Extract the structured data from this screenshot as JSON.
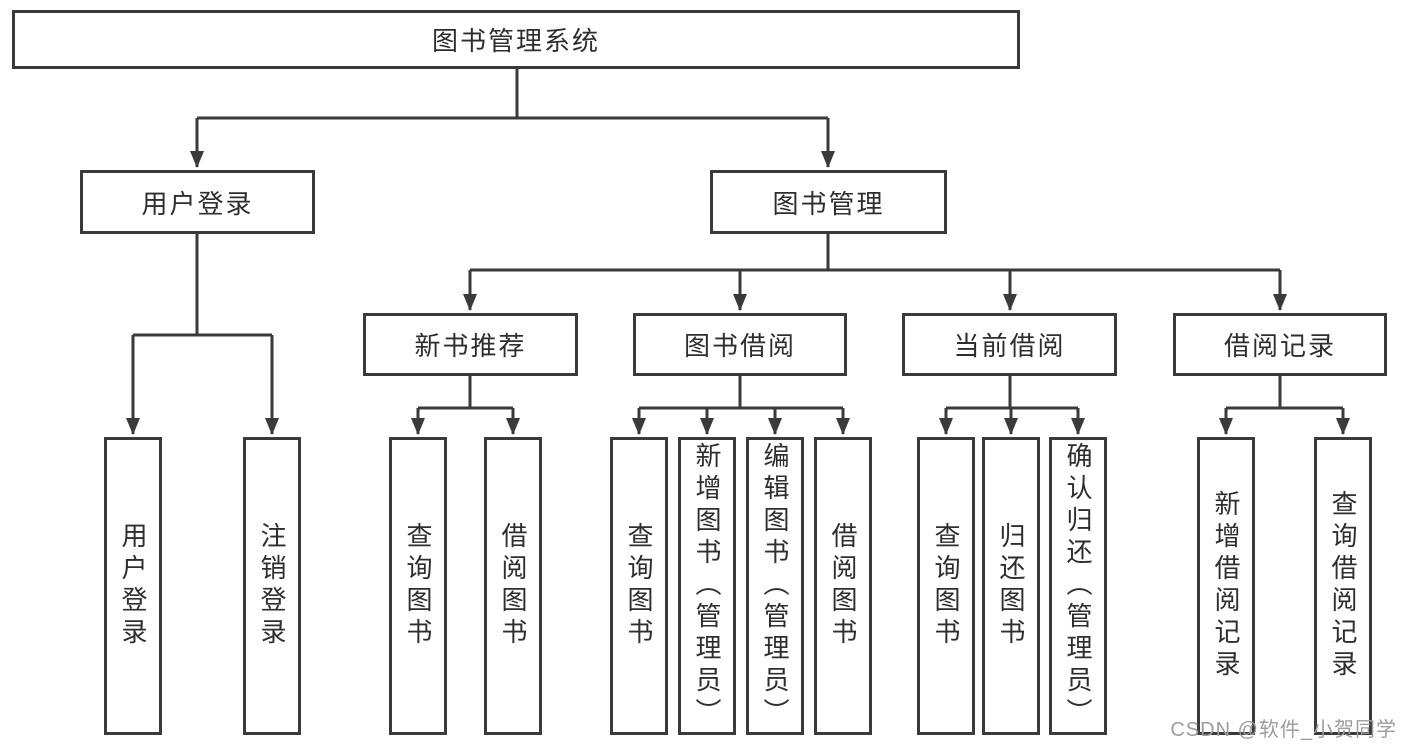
{
  "page": {
    "watermark": "CSDN @软件_小贺同学"
  },
  "colors": {
    "line": "#3a3a3a",
    "text": "#2e2e2e",
    "watermark": "#9d9d9d",
    "background": "#ffffff"
  },
  "tree": {
    "root": {
      "label": "图书管理系统"
    },
    "branches": [
      {
        "label": "用户登录",
        "children": [
          {
            "label": "用户登录"
          },
          {
            "label": "注销登录"
          }
        ]
      },
      {
        "label": "图书管理",
        "groups": [
          {
            "label": "新书推荐",
            "children": [
              {
                "label": "查询图书"
              },
              {
                "label": "借阅图书"
              }
            ]
          },
          {
            "label": "图书借阅",
            "children": [
              {
                "label": "查询图书"
              },
              {
                "label": "新增图书（管理员）"
              },
              {
                "label": "编辑图书（管理员）"
              },
              {
                "label": "借阅图书"
              }
            ]
          },
          {
            "label": "当前借阅",
            "children": [
              {
                "label": "查询图书"
              },
              {
                "label": "归还图书"
              },
              {
                "label": "确认归还（管理员）"
              }
            ]
          },
          {
            "label": "借阅记录",
            "children": [
              {
                "label": "新增借阅记录"
              },
              {
                "label": "查询借阅记录"
              }
            ]
          }
        ]
      }
    ]
  }
}
